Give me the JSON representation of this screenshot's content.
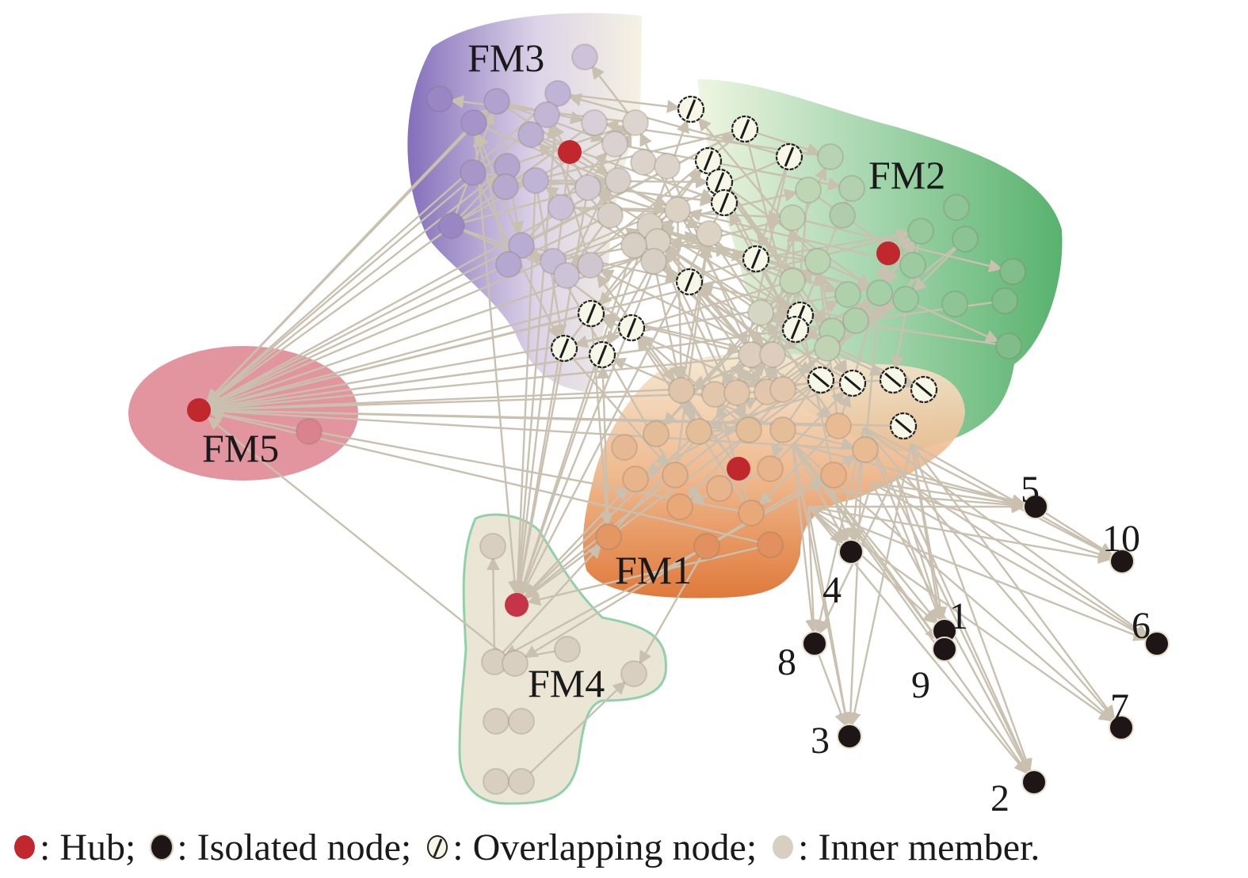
{
  "figure": {
    "clusters": [
      {
        "id": "FM1",
        "label": "FM1",
        "color": "#e07a35",
        "gradient_to": "#f3dcc4"
      },
      {
        "id": "FM2",
        "label": "FM2",
        "color": "#4fae66",
        "gradient_to": "#e9f3da"
      },
      {
        "id": "FM3",
        "label": "FM3",
        "color": "#7a62b5",
        "gradient_to": "#f4f1e0"
      },
      {
        "id": "FM4",
        "label": "FM4",
        "color": "#ebe5d6",
        "outline": "#8fd2a7"
      },
      {
        "id": "FM5",
        "label": "FM5",
        "color": "#e08a95"
      }
    ],
    "hubs": [
      {
        "id": "hub-FM1",
        "cluster": "FM1"
      },
      {
        "id": "hub-FM2",
        "cluster": "FM2"
      },
      {
        "id": "hub-FM3",
        "cluster": "FM3"
      },
      {
        "id": "hub-FM4",
        "cluster": "FM4"
      },
      {
        "id": "hub-FM5",
        "cluster": "FM5"
      }
    ],
    "isolated_nodes": [
      {
        "id": "1",
        "label": "1"
      },
      {
        "id": "2",
        "label": "2"
      },
      {
        "id": "3",
        "label": "3"
      },
      {
        "id": "4",
        "label": "4"
      },
      {
        "id": "5",
        "label": "5"
      },
      {
        "id": "6",
        "label": "6"
      },
      {
        "id": "7",
        "label": "7"
      },
      {
        "id": "8",
        "label": "8"
      },
      {
        "id": "9",
        "label": "9"
      },
      {
        "id": "10",
        "label": "10"
      }
    ],
    "overlapping_node_count": 19,
    "colors": {
      "hub": "#c0282d",
      "isolated": "#1e1616",
      "overlapping_fill": "#f6f7e6",
      "overlapping_stroke": "#222222",
      "inner": "#d8cfc1",
      "edge": "#c9c0b0"
    }
  },
  "legend": {
    "items": [
      {
        "key": "hub",
        "label": ": Hub;"
      },
      {
        "key": "isolated",
        "label": ": Isolated node;"
      },
      {
        "key": "overlapping",
        "label": ": Overlapping node;"
      },
      {
        "key": "inner",
        "label": ": Inner member."
      }
    ]
  }
}
